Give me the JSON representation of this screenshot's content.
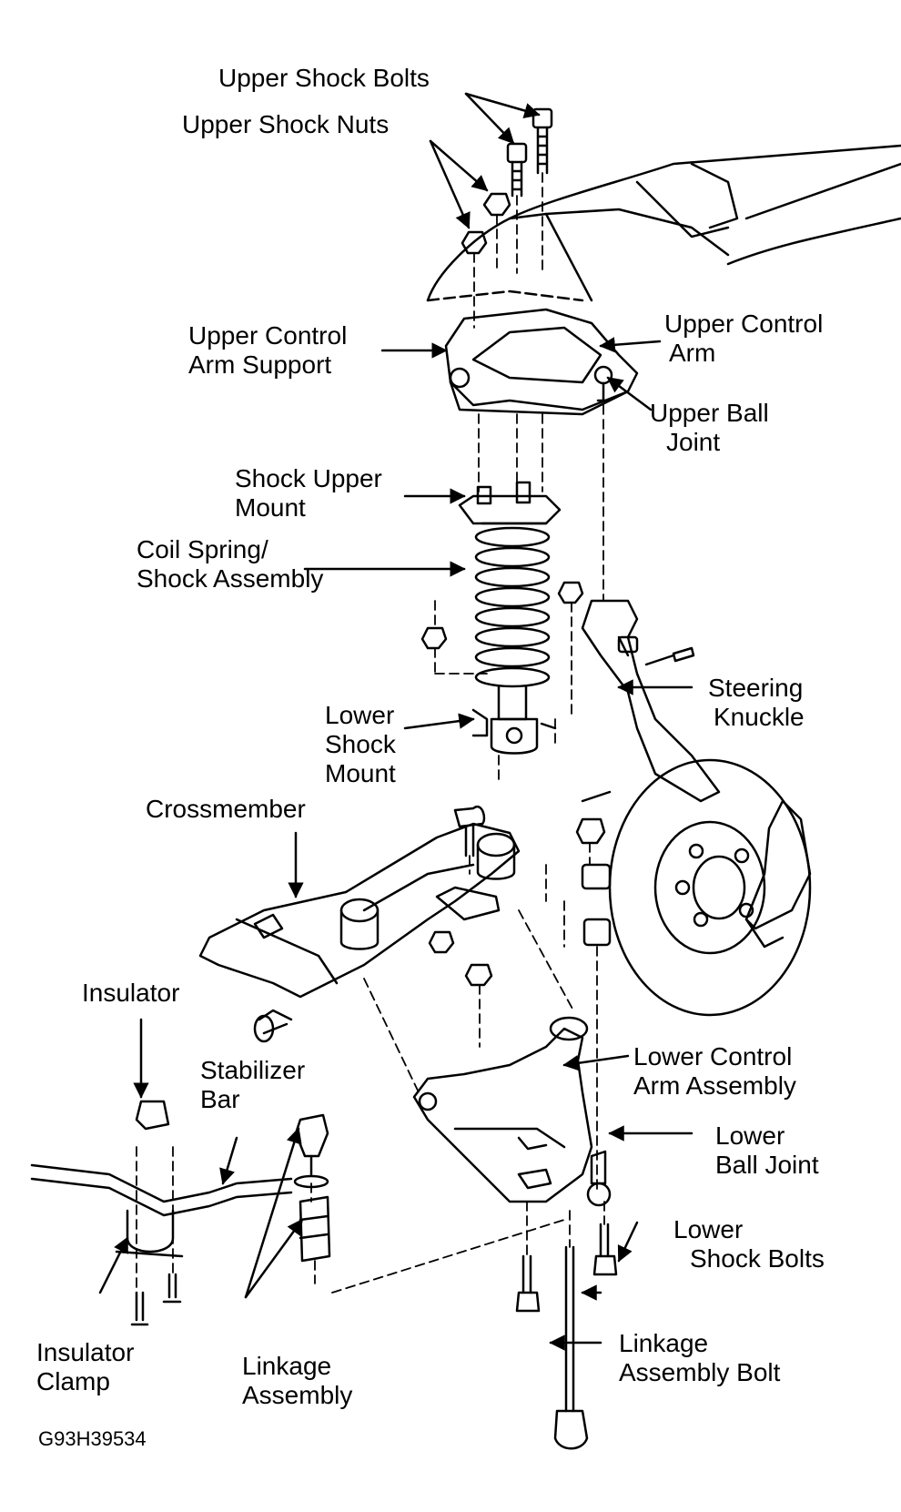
{
  "title": "Front Suspension Exploded View",
  "figure_code": "G93H39534",
  "labels": {
    "upper_shock_bolts": "Upper Shock Bolts",
    "upper_shock_nuts": "Upper Shock Nuts",
    "upper_control_arm_support_1": "Upper Control",
    "upper_control_arm_support_2": "Arm Support",
    "upper_control_arm_1": "Upper Control",
    "upper_control_arm_2": "Arm",
    "upper_ball_joint_1": "Upper Ball",
    "upper_ball_joint_2": "Joint",
    "shock_upper_mount_1": "Shock Upper",
    "shock_upper_mount_2": "Mount",
    "coil_spring_1": "Coil Spring/",
    "coil_spring_2": "Shock Assembly",
    "steering_knuckle_1": "Steering",
    "steering_knuckle_2": "Knuckle",
    "lower_shock_mount_1": "Lower",
    "lower_shock_mount_2": "Shock",
    "lower_shock_mount_3": "Mount",
    "crossmember": "Crossmember",
    "insulator": "Insulator",
    "stabilizer_bar_1": "Stabilizer",
    "stabilizer_bar_2": "Bar",
    "lower_control_arm_1": "Lower Control",
    "lower_control_arm_2": "Arm Assembly",
    "lower_ball_joint_1": "Lower",
    "lower_ball_joint_2": "Ball Joint",
    "lower_shock_bolts_1": "Lower",
    "lower_shock_bolts_2": "Shock Bolts",
    "insulator_clamp_1": "Insulator",
    "insulator_clamp_2": "Clamp",
    "linkage_assembly_1": "Linkage",
    "linkage_assembly_2": "Assembly",
    "linkage_bolt_1": "Linkage",
    "linkage_bolt_2": "Assembly Bolt"
  }
}
